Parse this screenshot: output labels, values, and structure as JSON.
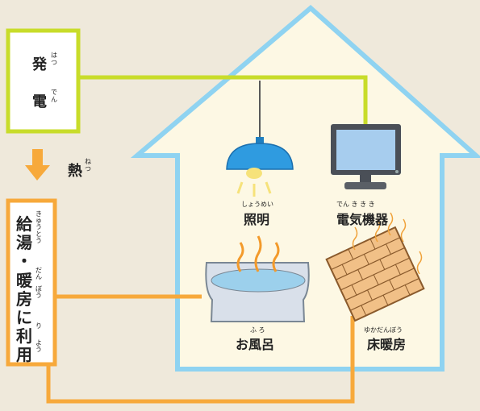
{
  "generation": {
    "char1": "発",
    "ruby1": "はつ",
    "char2": "電",
    "ruby2": "でん"
  },
  "heat": {
    "char": "熱",
    "ruby": "ねつ"
  },
  "usage": {
    "chars": [
      "給",
      "湯",
      "・",
      "暖",
      "房",
      "に",
      "利",
      "用"
    ],
    "rubies": [
      "きゅう",
      "とう",
      "",
      "だん",
      "ぼう",
      "",
      "り",
      "よう"
    ]
  },
  "appliances": {
    "lighting": {
      "label": "照明",
      "ruby": "しょうめい"
    },
    "appliance": {
      "label": "電気機器",
      "ruby": "でん き き き"
    },
    "bath": {
      "label": "お風呂",
      "ruby": "ふ ろ"
    },
    "floor_heating": {
      "label": "床暖房",
      "ruby": "ゆかだんぼう"
    }
  },
  "colors": {
    "background": "#efe9db",
    "house_outline": "#8fd3f1",
    "house_fill": "#fdf8e4",
    "electric_line": "#c8dc2a",
    "heat_line": "#f7a93b"
  }
}
